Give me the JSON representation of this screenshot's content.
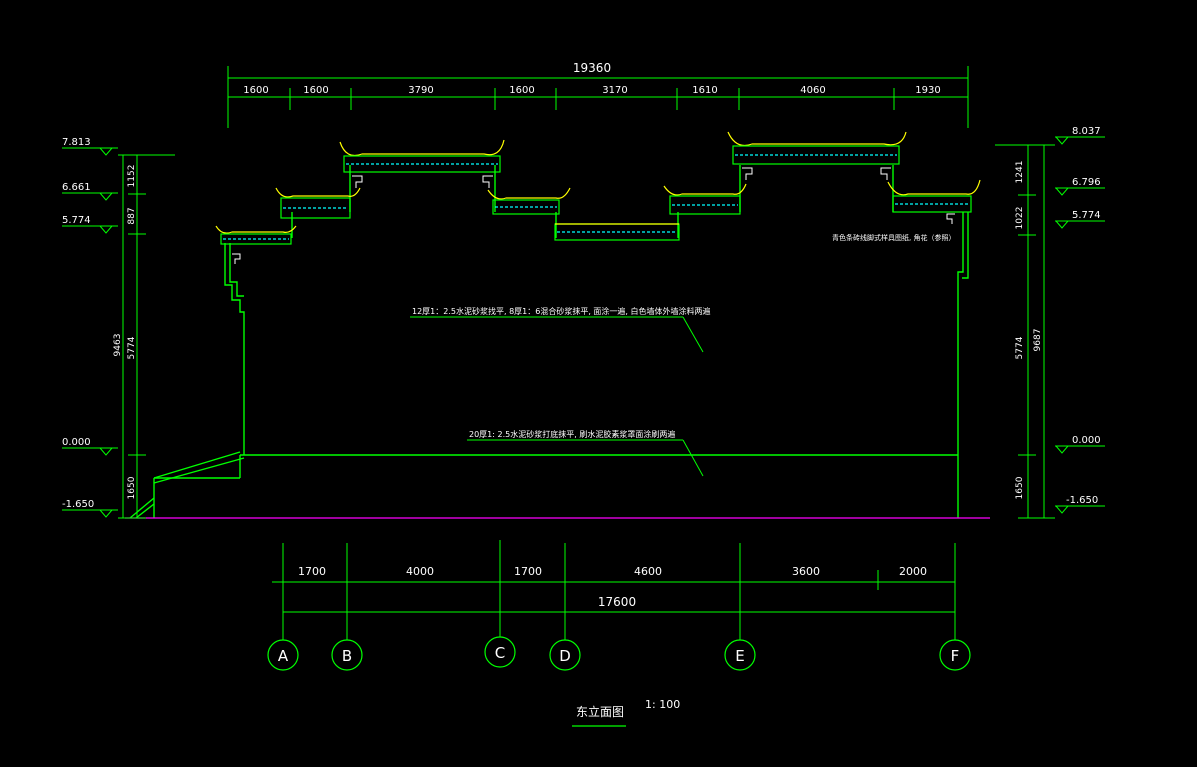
{
  "drawing": {
    "title": "东立面图",
    "scale": "1: 100",
    "overall_top": "19360",
    "overall_bottom": "17600"
  },
  "top_dimensions": [
    "1600",
    "1600",
    "3790",
    "1600",
    "3170",
    "1610",
    "4060",
    "1930"
  ],
  "bottom_dimensions": [
    "1700",
    "4000",
    "1700",
    "4600",
    "3600",
    "2000"
  ],
  "axes": [
    "A",
    "B",
    "C",
    "D",
    "E",
    "F"
  ],
  "left_levels": [
    "7.813",
    "6.661",
    "5.774",
    "0.000",
    "-1.650"
  ],
  "right_levels": [
    "8.037",
    "6.796",
    "5.774",
    "0.000",
    "-1.650"
  ],
  "left_dims_inner": [
    "1152",
    "887",
    "5774",
    "1650"
  ],
  "left_dim_outer": "9463",
  "right_dims_inner": [
    "1241",
    "1022",
    "5774",
    "1650"
  ],
  "right_dim_outer": "9687",
  "notes": {
    "note1": "12厚1：2.5水泥砂浆找平, 8厚1：6混合砂浆抹平, 面涂一遍, 白色墙体外墙涂料两遍",
    "note2": "20厚1: 2.5水泥砂浆打底抹平, 刷水泥胶素浆罩面涂刷两遍",
    "note3": "青色条砖线脚式样具图纸, 角花（参照）"
  },
  "colors": {
    "line": "#00ff00",
    "text": "#ffffff",
    "accent": "#ffff00",
    "cyan": "#00ffff",
    "ground": "#ff00ff"
  }
}
